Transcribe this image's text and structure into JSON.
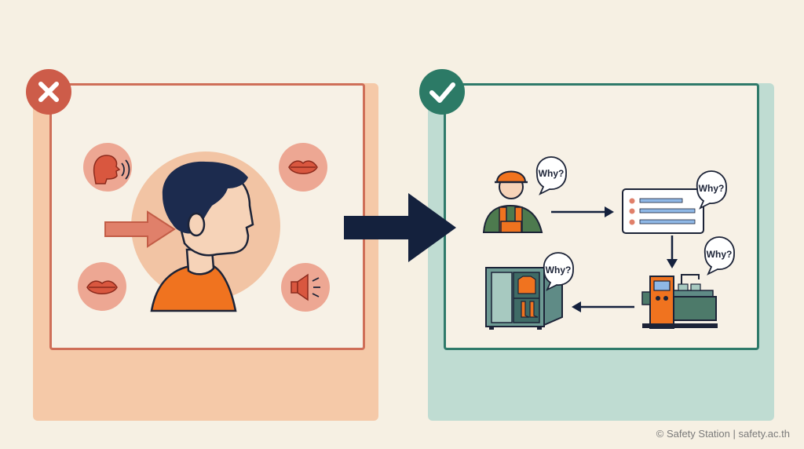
{
  "panels": {
    "wrong": {
      "status_icon": "cross-icon",
      "accent": "#cd5c49",
      "icons": [
        "speaking-head-icon",
        "mouth-icon",
        "mouth-icon",
        "megaphone-icon"
      ]
    },
    "right": {
      "status_icon": "check-icon",
      "accent": "#2c7a66",
      "steps": [
        {
          "icon": "worker-icon",
          "bubble": "Why?"
        },
        {
          "icon": "checklist-icon",
          "bubble": "Why?"
        },
        {
          "icon": "machine-icon",
          "bubble": "Why?"
        },
        {
          "icon": "ppe-locker-icon",
          "bubble": "Why?"
        }
      ]
    }
  },
  "credit": "© Safety Station | safety.ac.th"
}
